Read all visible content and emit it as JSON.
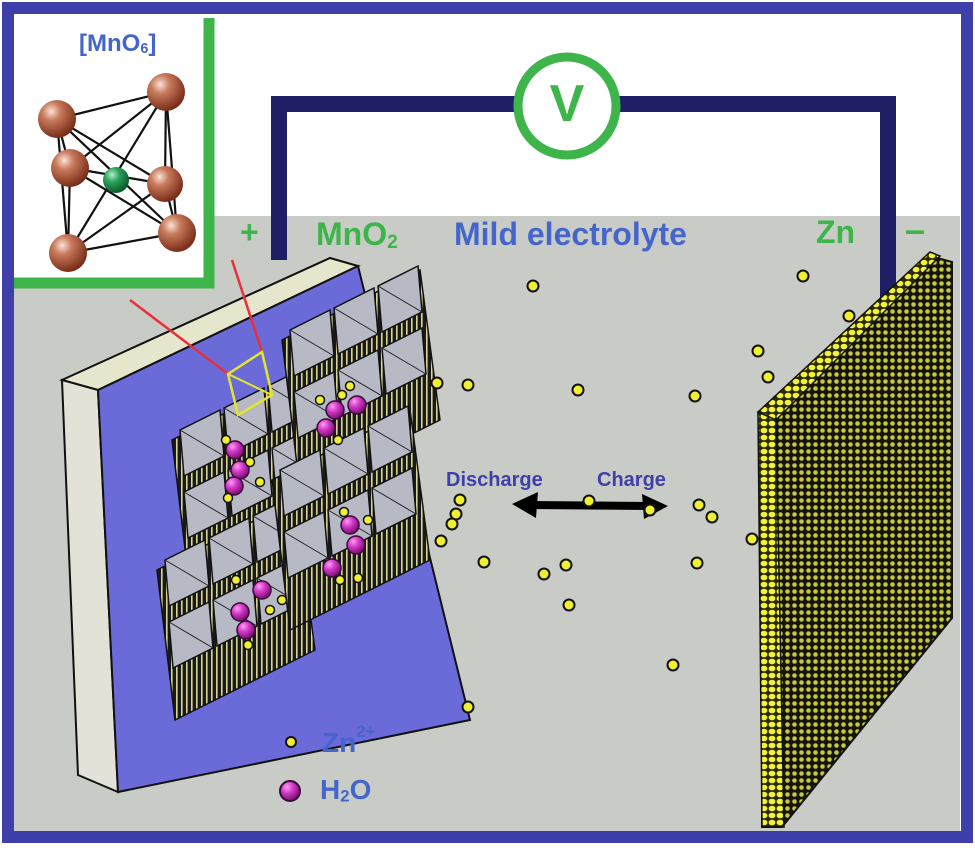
{
  "figure": {
    "title": "Aqueous Zn / MnO2 battery in mild electrolyte",
    "colors": {
      "frame": "#3e3fa8",
      "wire": "#1f1f66",
      "green": "#3db54a",
      "blue_text": "#4466cc",
      "electrolyte": "#c9ccc6",
      "electrode_face": "#6a6ad8",
      "electrode_edge": "#e6e6cc",
      "octahedron": "#b7b9c4",
      "zn_ion": "#f0f030",
      "water": "#cc33cc",
      "mn_atom": "#1e9e57",
      "o_atom": "#b45a3c",
      "zoom_line": "#e8303a"
    }
  },
  "inset": {
    "label_main": "[MnO",
    "label_sub": "6",
    "label_close": "]"
  },
  "voltmeter": {
    "symbol": "V"
  },
  "cathode": {
    "polarity": "+",
    "label_main": "MnO",
    "label_sub": "2"
  },
  "electrolyte": {
    "label": "Mild electrolyte"
  },
  "anode": {
    "label": "Zn",
    "polarity": "–"
  },
  "process": {
    "discharge": "Discharge",
    "charge": "Charge"
  },
  "legend": {
    "items": [
      {
        "symbol": "zn-ion",
        "main": "Zn",
        "sup": "2+"
      },
      {
        "symbol": "water",
        "main": "H",
        "sub": "2",
        "tail": "O"
      }
    ]
  }
}
